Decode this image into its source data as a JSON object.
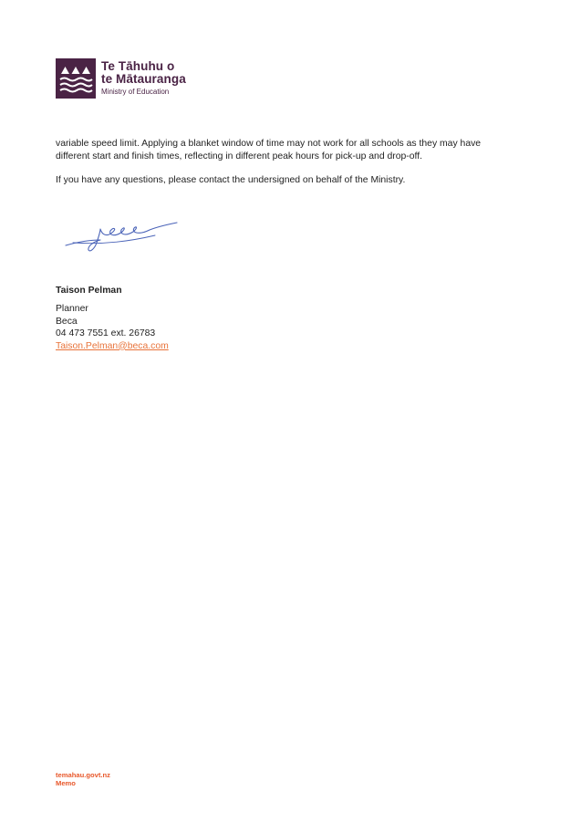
{
  "logo": {
    "line1": "Te Tāhuhu o",
    "line2": "te Mātauranga",
    "subtitle": "Ministry of Education",
    "brand_color": "#4a2345"
  },
  "body": {
    "paragraph1": "variable speed limit. Applying a blanket window of time may not work for all schools as they may have different start and finish times, reflecting in different peak hours for pick-up and drop-off.",
    "paragraph2": "If you have any questions, please contact the undersigned on behalf of the Ministry."
  },
  "signatory": {
    "name": "Taison Pelman",
    "title": "Planner",
    "company": "Beca",
    "phone": "04 473 7551 ext. 26783",
    "email": "Taison.Pelman@beca.com"
  },
  "footer": {
    "website": "temahau.govt.nz",
    "doc_type": "Memo",
    "accent_color": "#e8582b"
  }
}
